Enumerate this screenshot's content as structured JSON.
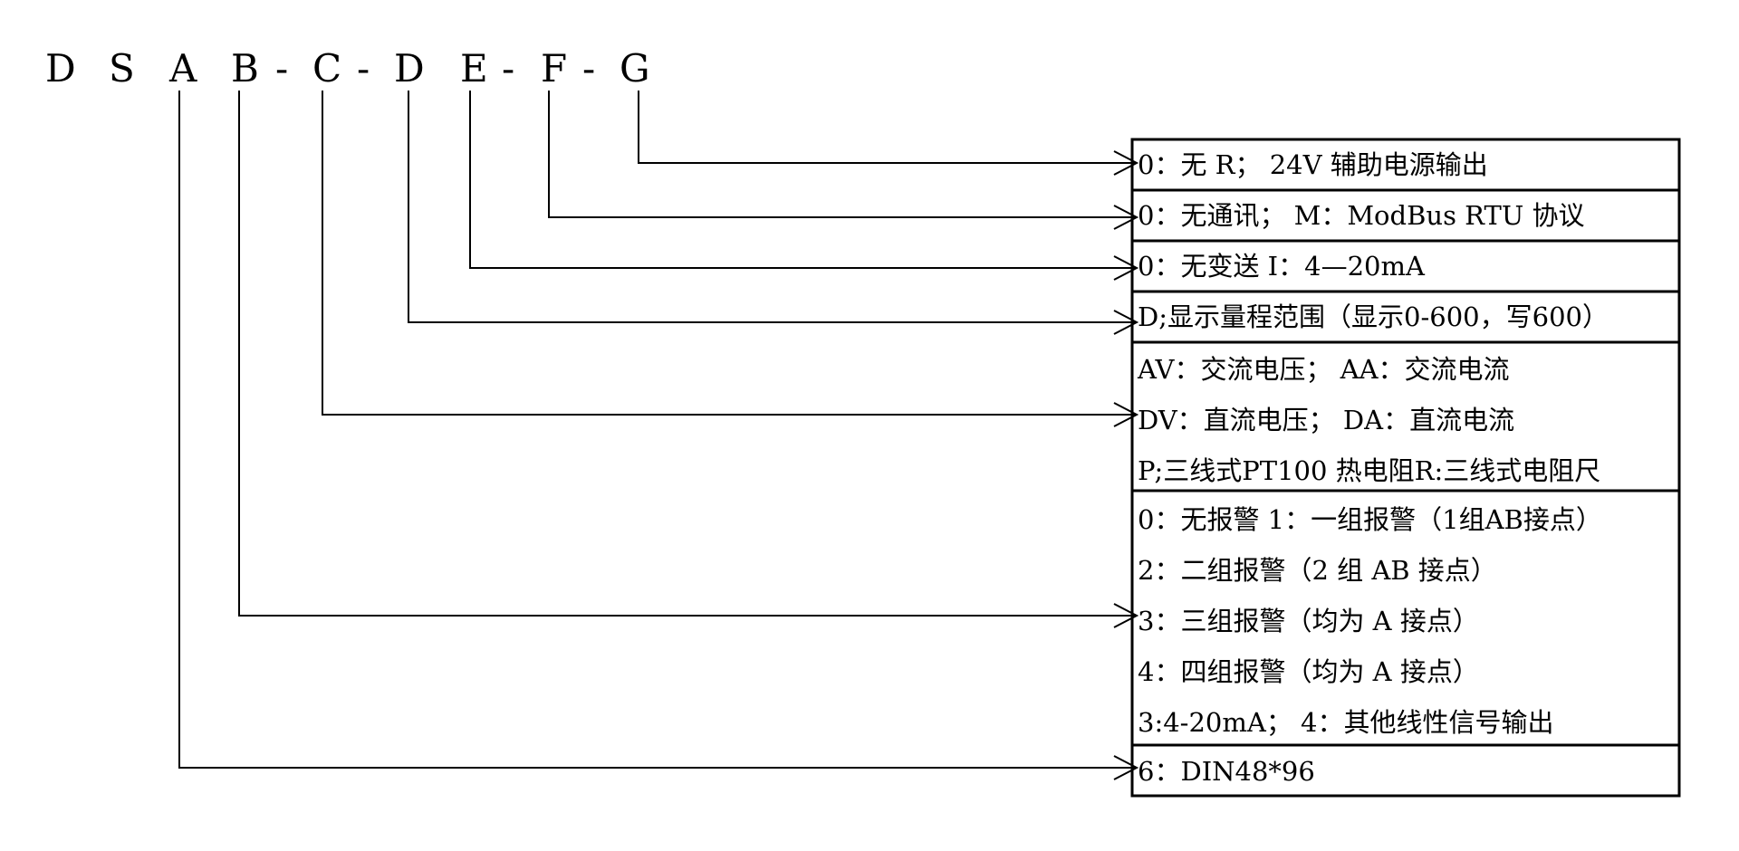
{
  "model_code": {
    "chars": [
      "D",
      "S",
      "A",
      "B",
      "-",
      "C",
      "-",
      "D",
      "E",
      "-",
      "F",
      "-",
      "G"
    ]
  },
  "legend": {
    "G": {
      "lines": [
        "0：无 R； 24V 辅助电源输出"
      ]
    },
    "F": {
      "lines": [
        "0：无通讯； M：ModBus RTU 协议"
      ]
    },
    "E": {
      "lines": [
        "0：无变送 I：4—20mA"
      ]
    },
    "D": {
      "lines": [
        "D;显示量程范围（显示0-600，写600）"
      ]
    },
    "C": {
      "lines": [
        "AV：交流电压； AA：交流电流",
        "DV：直流电压； DA：直流电流",
        "P;三线式PT100 热电阻R:三线式电阻尺"
      ]
    },
    "B": {
      "lines": [
        "0：无报警 1：一组报警（1组AB接点）",
        "2：二组报警（2 组 AB 接点）",
        "3：三组报警（均为 A 接点）",
        "4：四组报警（均为 A 接点）",
        "3:4-20mA； 4：其他线性信号输出"
      ]
    },
    "A": {
      "lines": [
        "6：DIN48*96"
      ]
    }
  }
}
